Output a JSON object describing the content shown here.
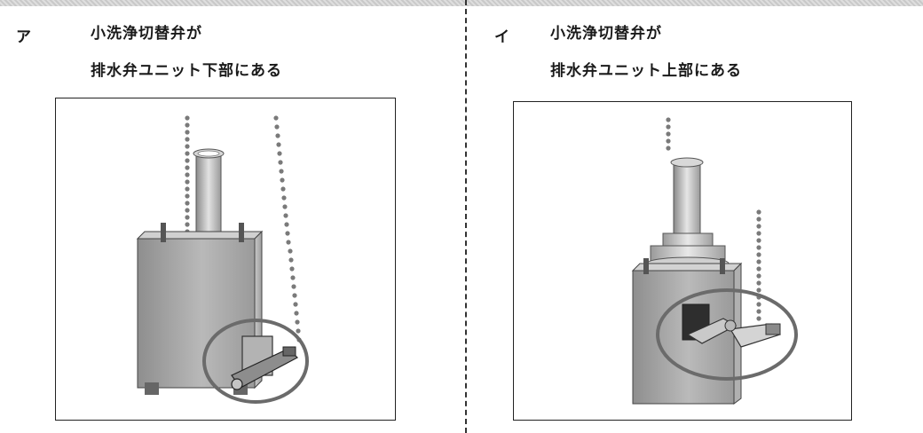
{
  "left": {
    "marker": "ア",
    "heading_line1": "小洗浄切替弁が",
    "heading_line2": "排水弁ユニット下部にある"
  },
  "right": {
    "marker": "イ",
    "heading_line1": "小洗浄切替弁が",
    "heading_line2": "排水弁ユニット上部にある"
  },
  "colors": {
    "highlight_ring": "#6b6b6b",
    "unit_body": "#a9a9a9",
    "divider": "#333333"
  }
}
